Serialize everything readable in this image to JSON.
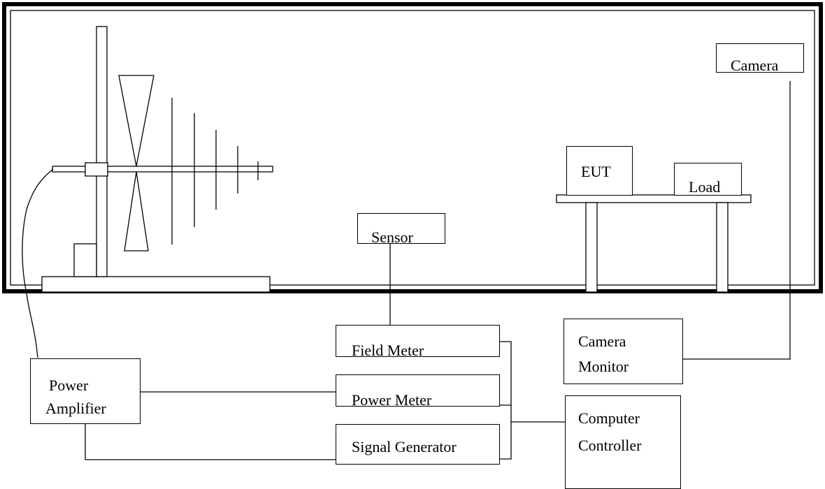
{
  "labels": {
    "camera": "Camera",
    "eut": "EUT",
    "load": "Load",
    "sensor": "Sensor",
    "field_meter": "Field Meter",
    "power_meter": "Power Meter",
    "signal_generator": "Signal Generator",
    "power_amplifier": [
      "Power",
      "Amplifier"
    ],
    "camera_monitor": [
      "Camera",
      "Monitor"
    ],
    "computer_controller": [
      "Computer",
      "Controller"
    ]
  },
  "colors": {
    "line": "#000000",
    "background": "#ffffff"
  }
}
